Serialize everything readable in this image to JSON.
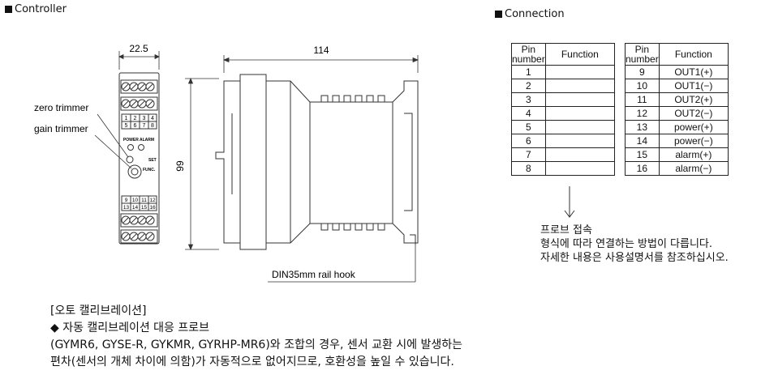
{
  "controller": {
    "heading": "Controller",
    "dim_width": "22.5",
    "dim_length": "114",
    "dim_height": "99",
    "zero_trimmer_label": "zero trimmer",
    "gain_trimmer_label": "gain trimmer",
    "rail_hook_label": "DIN35mm rail hook",
    "top_terminals": [
      "1",
      "2",
      "3",
      "4",
      "5",
      "6",
      "7",
      "8"
    ],
    "bottom_terminals": [
      "9",
      "10",
      "11",
      "12",
      "13",
      "14",
      "15",
      "16"
    ],
    "power_alarm_label": "POWER ALARM",
    "set_label": "SET",
    "func_label": "FUNC."
  },
  "connection": {
    "heading": "Connection",
    "col_pin": [
      "Pin",
      "number"
    ],
    "col_function": "Function",
    "left_rows": [
      {
        "pin": "1",
        "function": ""
      },
      {
        "pin": "2",
        "function": ""
      },
      {
        "pin": "3",
        "function": ""
      },
      {
        "pin": "4",
        "function": ""
      },
      {
        "pin": "5",
        "function": ""
      },
      {
        "pin": "6",
        "function": ""
      },
      {
        "pin": "7",
        "function": ""
      },
      {
        "pin": "8",
        "function": ""
      }
    ],
    "right_rows": [
      {
        "pin": "9",
        "function": "OUT1(+)"
      },
      {
        "pin": "10",
        "function": "OUT1(−)"
      },
      {
        "pin": "11",
        "function": "OUT2(+)"
      },
      {
        "pin": "12",
        "function": "OUT2(−)"
      },
      {
        "pin": "13",
        "function": "power(+)"
      },
      {
        "pin": "14",
        "function": "power(−)"
      },
      {
        "pin": "15",
        "function": "alarm(+)"
      },
      {
        "pin": "16",
        "function": "alarm(−)"
      }
    ],
    "note_lines": [
      "프로브 접속",
      "형식에 따라 연결하는 방법이 다릅니다.",
      "자세한 내용은 사용설명서를 참조하십시오."
    ]
  },
  "auto_calibration": {
    "lines": [
      "[오토 캘리브레이션]",
      "◆ 자동 캘리브레이션 대응 프로브",
      "(GYMR6, GYSE-R, GYKMR, GYRHP-MR6)와 조합의 경우, 센서 교환 시에 발생하는",
      "편차(센서의 개체 차이에 의함)가 자동적으로 없어지므로, 호환성을 높일 수 있습니다."
    ]
  }
}
